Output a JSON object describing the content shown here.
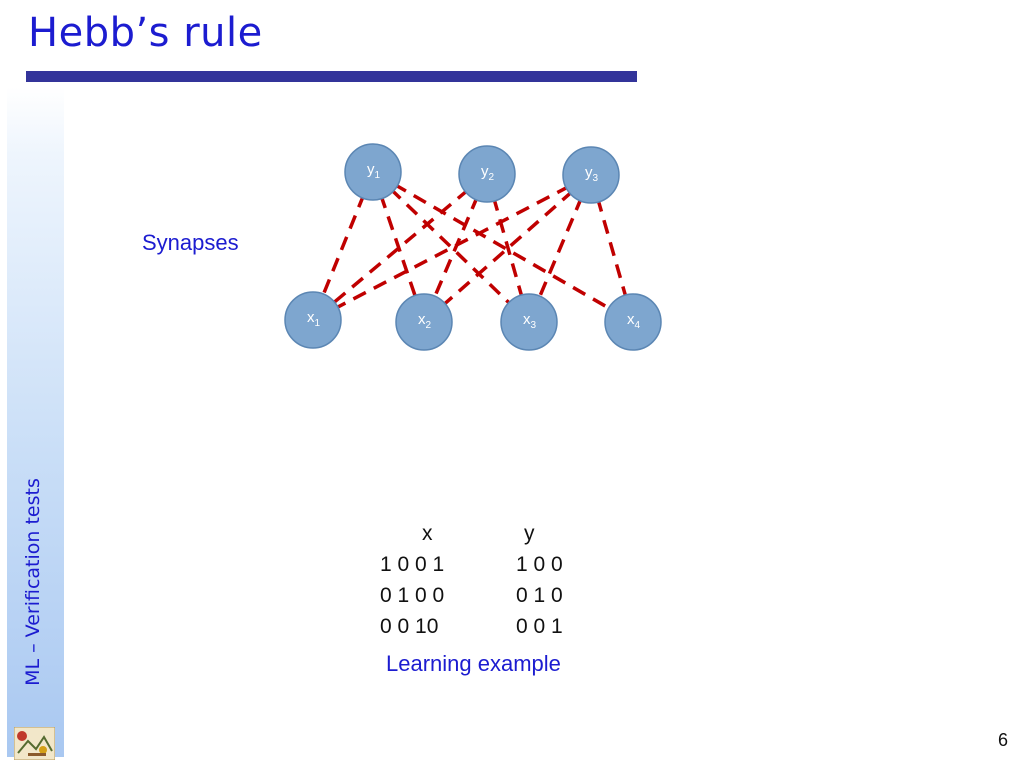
{
  "slide": {
    "title": "Hebb’s rule",
    "side_label": "ML – Verification tests",
    "page_number": "6"
  },
  "diagram": {
    "caption": "Synapses",
    "output_nodes": [
      {
        "id": "y1",
        "base": "y",
        "sub": "1"
      },
      {
        "id": "y2",
        "base": "y",
        "sub": "2"
      },
      {
        "id": "y3",
        "base": "y",
        "sub": "3"
      }
    ],
    "input_nodes": [
      {
        "id": "x1",
        "base": "x",
        "sub": "1"
      },
      {
        "id": "x2",
        "base": "x",
        "sub": "2"
      },
      {
        "id": "x3",
        "base": "x",
        "sub": "3"
      },
      {
        "id": "x4",
        "base": "x",
        "sub": "4"
      }
    ],
    "synapses": [
      [
        "y1",
        "x1"
      ],
      [
        "y1",
        "x2"
      ],
      [
        "y1",
        "x3"
      ],
      [
        "y1",
        "x4"
      ],
      [
        "y2",
        "x1"
      ],
      [
        "y2",
        "x2"
      ],
      [
        "y2",
        "x3"
      ],
      [
        "y3",
        "x1"
      ],
      [
        "y3",
        "x2"
      ],
      [
        "y3",
        "x3"
      ],
      [
        "y3",
        "x4"
      ]
    ],
    "colors": {
      "node_fill": "#7ea6cf",
      "node_stroke": "#5b86b3",
      "edge": "#c00000"
    }
  },
  "learning_example": {
    "headers": {
      "x": "x",
      "y": "y"
    },
    "rows": [
      {
        "x": "1 0 0 1",
        "y": "1 0 0"
      },
      {
        "x": "0 1 0 0",
        "y": "0 1 0"
      },
      {
        "x": "0 0 10",
        "y": "0 0 1"
      }
    ],
    "caption": "Learning example"
  }
}
